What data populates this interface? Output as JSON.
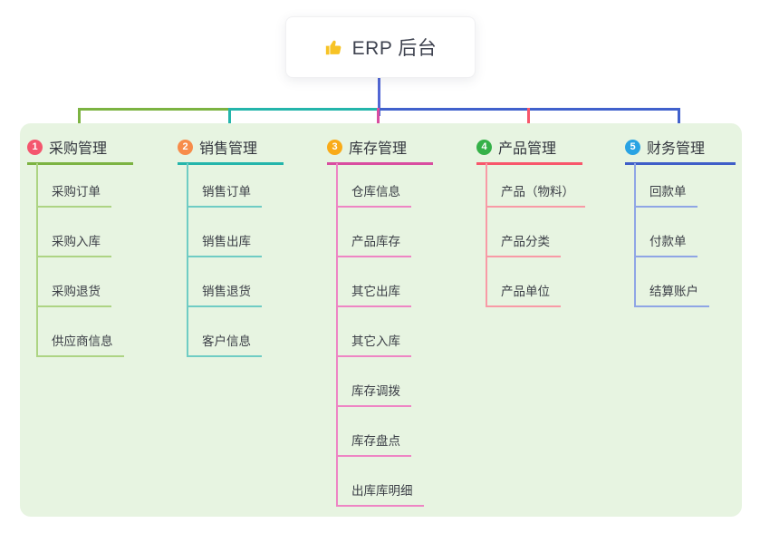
{
  "root": {
    "title": "ERP 后台",
    "icon": "thumbs-up-icon"
  },
  "panel_bg": "#e7f4e1",
  "connector_colors": {
    "stem_blue": "#5166d4",
    "branch1_green": "#7cb342",
    "branch2_teal": "#24b5ab",
    "branch3_magenta": "#d94da0",
    "branch4_red": "#f8566b",
    "branch5_blue": "#4161cc"
  },
  "branches": [
    {
      "index": "1",
      "title": "采购管理",
      "color": "#7cb342",
      "badge_color": "#f4566e",
      "children": [
        "采购订单",
        "采购入库",
        "采购退货",
        "供应商信息"
      ]
    },
    {
      "index": "2",
      "title": "销售管理",
      "color": "#24b5ab",
      "badge_color": "#f78c4a",
      "children": [
        "销售订单",
        "销售出库",
        "销售退货",
        "客户信息"
      ]
    },
    {
      "index": "3",
      "title": "库存管理",
      "color": "#d94da0",
      "badge_color": "#f9ab18",
      "children": [
        "仓库信息",
        "产品库存",
        "其它出库",
        "其它入库",
        "库存调拨",
        "库存盘点",
        "出库库明细"
      ]
    },
    {
      "index": "4",
      "title": "产品管理",
      "color": "#f8566b",
      "badge_color": "#35b148",
      "children": [
        "产品（物料）",
        "产品分类",
        "产品单位"
      ]
    },
    {
      "index": "5",
      "title": "财务管理",
      "color": "#4161cc",
      "badge_color": "#29a3e3",
      "children": [
        "回款单",
        "付款单",
        "结算账户"
      ]
    }
  ]
}
